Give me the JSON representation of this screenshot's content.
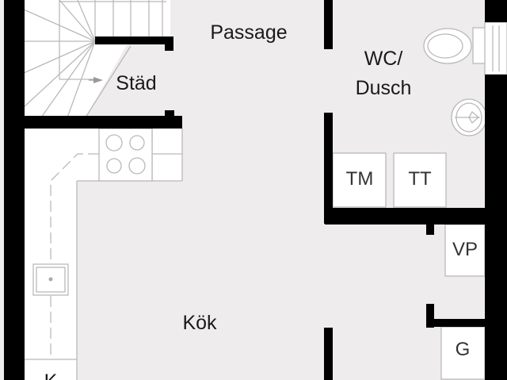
{
  "colors": {
    "floor": "#efecee",
    "white_area": "#ffffff",
    "wall": "#000000",
    "fixture_line": "#b9b9b9",
    "text": "#1a1a1a"
  },
  "rooms": {
    "passage": "Passage",
    "stad": "Städ",
    "wc_line1": "WC/",
    "wc_line2": "Dusch",
    "kok": "Kök",
    "k_partial": "K"
  },
  "fixtures": {
    "tm": "TM",
    "tt": "TT",
    "vp": "VP",
    "g": "G"
  },
  "icons": [
    "staircase-icon",
    "toilet-icon",
    "washbasin-icon",
    "stove-icon",
    "sink-icon",
    "window-icon"
  ]
}
